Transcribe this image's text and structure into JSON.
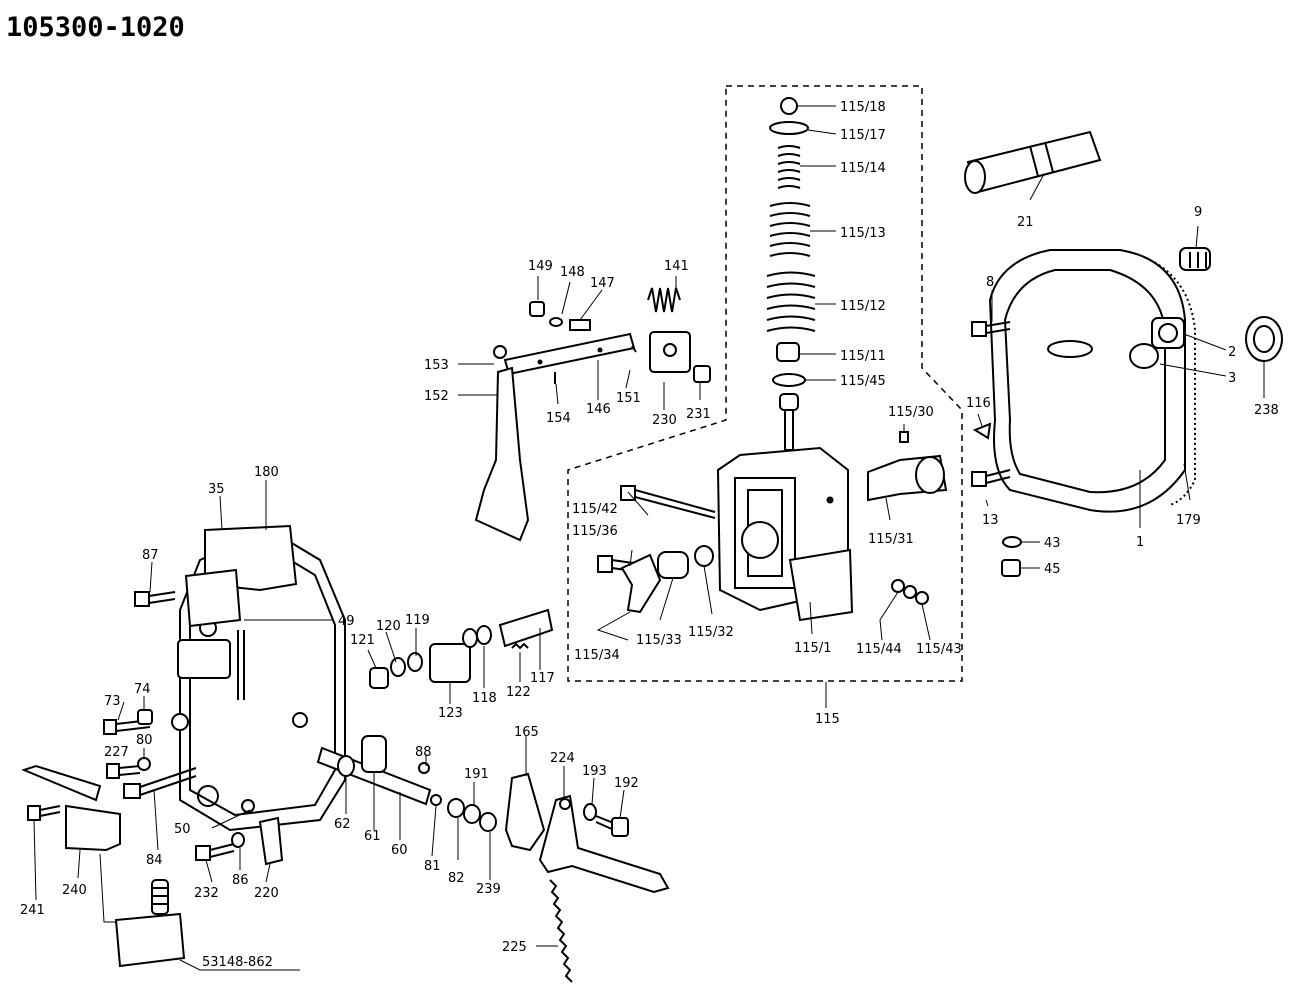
{
  "document_number": "105300-1020",
  "callouts": {
    "p115_18": "115/18",
    "p115_17": "115/17",
    "p115_14": "115/14",
    "p115_13": "115/13",
    "p115_12": "115/12",
    "p115_11": "115/11",
    "p115_45": "115/45",
    "p115_30": "115/30",
    "p115_42": "115/42",
    "p115_36": "115/36",
    "p115_31": "115/31",
    "p115_33": "115/33",
    "p115_32": "115/32",
    "p115_34": "115/34",
    "p115_1": "115/1",
    "p115_44": "115/44",
    "p115_43": "115/43",
    "p115": "115",
    "p21": "21",
    "p9": "9",
    "p8": "8",
    "p2": "2",
    "p3": "3",
    "p238": "238",
    "p116": "116",
    "p13": "13",
    "p1": "1",
    "p179": "179",
    "p43": "43",
    "p45": "45",
    "p149": "149",
    "p148": "148",
    "p147": "147",
    "p141": "141",
    "p153": "153",
    "p152": "152",
    "p154": "154",
    "p146": "146",
    "p151": "151",
    "p230": "230",
    "p231": "231",
    "p180": "180",
    "p35": "35",
    "p87": "87",
    "p49": "49",
    "p120": "120",
    "p119": "119",
    "p121": "121",
    "p123": "123",
    "p118": "118",
    "p122": "122",
    "p117": "117",
    "p73": "73",
    "p74": "74",
    "p227": "227",
    "p80": "80",
    "p84": "84",
    "p50": "50",
    "p62": "62",
    "p61": "61",
    "p60": "60",
    "p88": "88",
    "p81": "81",
    "p191": "191",
    "p82": "82",
    "p239": "239",
    "p165": "165",
    "p224": "224",
    "p193": "193",
    "p192": "192",
    "p225": "225",
    "p232": "232",
    "p86": "86",
    "p220": "220",
    "p241": "241",
    "p240": "240",
    "p53148": "53148-862"
  },
  "colors": {
    "ink": "#000000",
    "paper": "#ffffff"
  }
}
